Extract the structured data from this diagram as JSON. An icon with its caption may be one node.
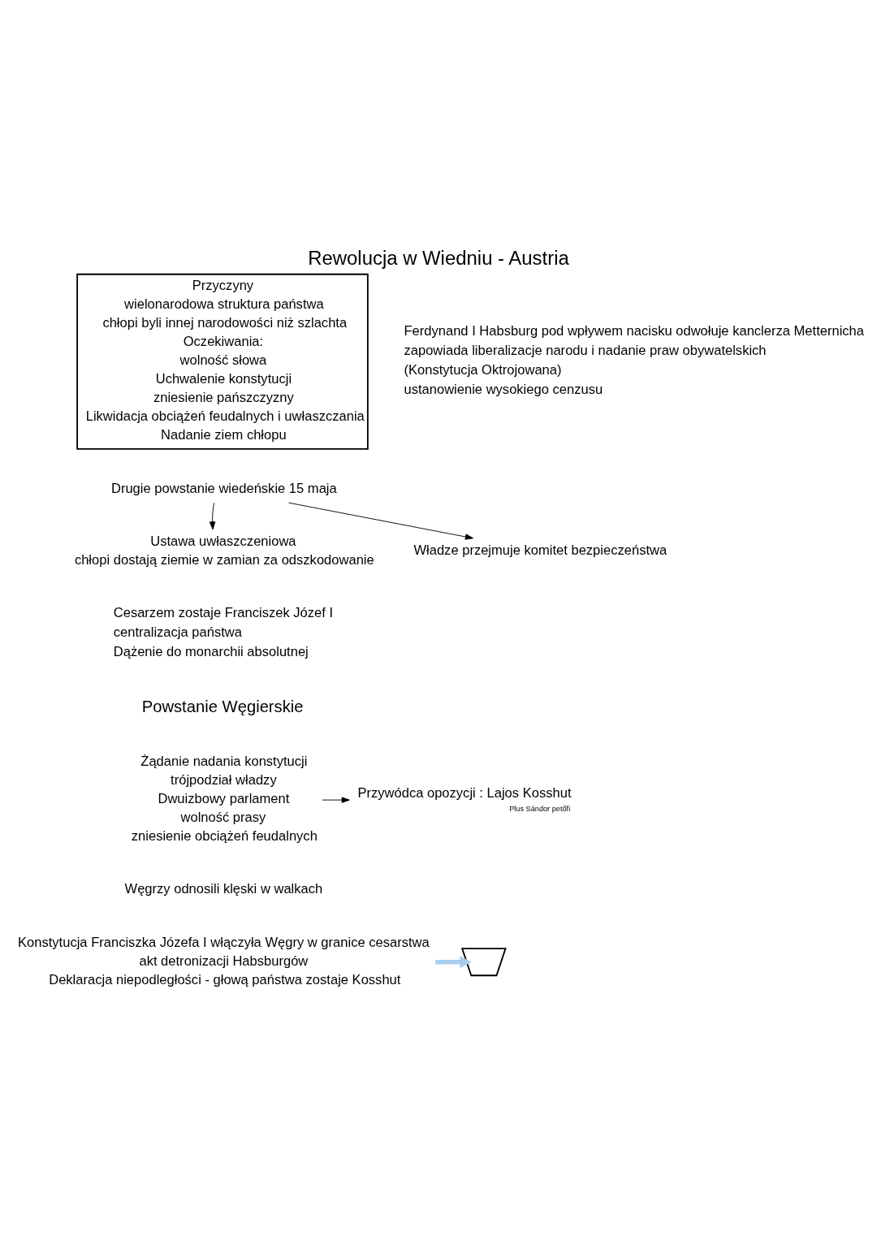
{
  "diagram": {
    "title": "Rewolucja w Wiedniu - Austria",
    "nodes": [
      {
        "text": [
          "Przyczyny",
          "wielonarodowa struktura państwa",
          "chłopi byli innej narodowości niż szlachta",
          "Oczekiwania:",
          "wolność słowa",
          "Uchwalenie konstytucji",
          "zniesienie pańszczyzny",
          "Likwidacja obciążeń feudalnych i uwłaszczania",
          "Nadanie ziem chłopu"
        ]
      },
      {
        "text": [
          "Drugie powstanie wiedeńskie 15 maja"
        ]
      },
      {
        "text": [
          "Ustawa uwłaszczeniowa",
          "chłopi dostają ziemie w zamian za odszkodowanie"
        ]
      },
      {
        "text": [
          "Władze przejmuje komitet bezpieczeństwa"
        ]
      },
      {
        "text": [
          "Żądanie nadania konstytucji",
          "trójpodział władzy",
          "Dwuizbowy parlament",
          "wolność prasy",
          "zniesienie obciążeń feudalnych"
        ]
      },
      {
        "text": [
          "Przywódca opozycji : Lajos Kosshut"
        ],
        "beside": [
          "Plus Sándor petőfi"
        ]
      },
      {
        "text": [],
        "shape": "picture"
      },
      {
        "text": [
          "Konstytucja Franciszka Józefa I włączyła Węgry w granice cesarstwa",
          "akt detronizacji Habsburgów",
          "Deklaracja niepodległości - głową państwa zostaje Kosshut"
        ]
      }
    ],
    "edges": [
      {
        "from": 1,
        "to": 2,
        "arrow": "to"
      },
      {
        "from": 1,
        "to": 3,
        "arrow": "to"
      },
      {
        "from": 4,
        "to": 5,
        "arrow": "to"
      },
      {
        "from": 7,
        "to": 6,
        "arrow": "to",
        "style": "thick",
        "color": "#a9cdf0"
      }
    ],
    "labels": [
      "Ferdynand I Habsburg pod wpływem nacisku odwołuje kanclerza Metternicha",
      "zapowiada liberalizacje narodu i nadanie praw obywatelskich",
      "(Konstytucja Oktrojowana)",
      "ustanowienie wysokiego cenzusu",
      "Cesarzem zostaje Franciszek Józef I",
      "centralizacja państwa",
      "Dążenie do monarchii absolutnej",
      "Powstanie Węgierskie",
      "Węgrzy odnosili klęski w walkach"
    ]
  }
}
